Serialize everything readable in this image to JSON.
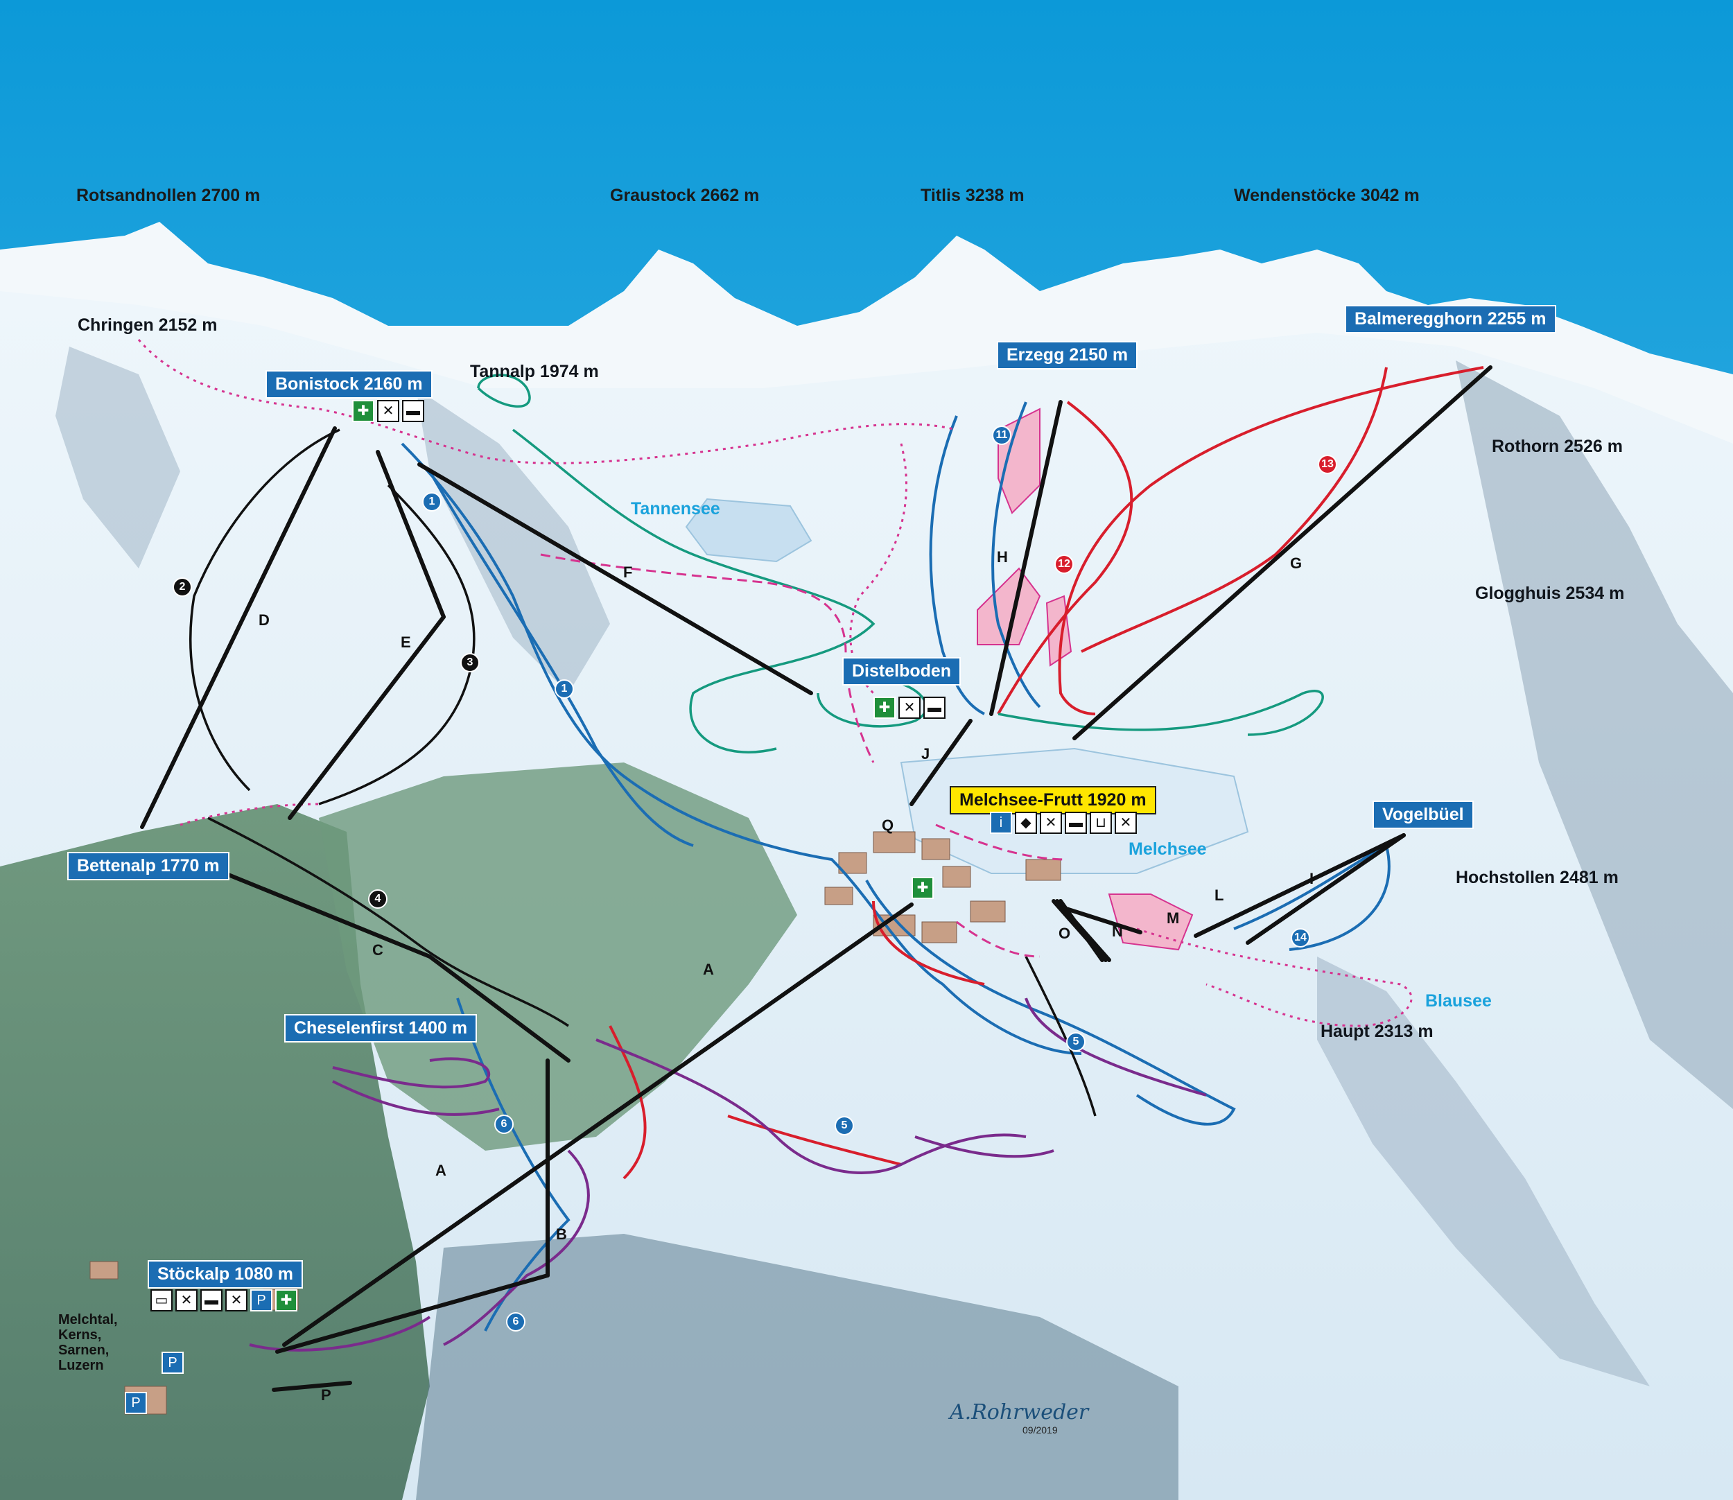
{
  "peaks": {
    "rotsandnollen": "Rotsandnollen 2700 m",
    "graustock": "Graustock 2662 m",
    "titlis": "Titlis 3238 m",
    "wendenstoecke": "Wendenstöcke 3042 m",
    "chringen": "Chringen 2152 m",
    "tannalp": "Tannalp 1974 m",
    "rothorn": "Rothorn 2526 m",
    "glogghuis": "Glogghuis 2534 m",
    "hochstollen": "Hochstollen 2481 m",
    "haupt": "Haupt 2313 m"
  },
  "stations": {
    "bonistock": "Bonistock 2160 m",
    "erzegg": "Erzegg 2150 m",
    "balmeregghorn": "Balmeregghorn 2255 m",
    "distelboden": "Distelboden",
    "melchsee_frutt": "Melchsee-Frutt 1920 m",
    "vogelbuel": "Vogelbüel",
    "bettenalp": "Bettenalp 1770 m",
    "cheselenfirst": "Cheselenfirst 1400 m",
    "stoeckalp": "Stöckalp 1080 m"
  },
  "lakes": {
    "tannensee": "Tannensee",
    "melchsee": "Melchsee",
    "blausee": "Blausee"
  },
  "access_text": {
    "towns": "Melchtal,\nKerns,\nSarnen,\nLuzern"
  },
  "lifts": [
    "A",
    "A",
    "B",
    "C",
    "D",
    "E",
    "F",
    "G",
    "H",
    "I",
    "J",
    "L",
    "M",
    "N",
    "O",
    "P",
    "Q"
  ],
  "runs": {
    "blue": [
      "1",
      "1",
      "5",
      "5",
      "6",
      "6",
      "11",
      "14"
    ],
    "red": [
      "12",
      "13"
    ],
    "black": [
      "2",
      "3",
      "4"
    ]
  },
  "artist": {
    "signature": "A.Rohrweder",
    "date": "09/2019"
  },
  "icons": {
    "first_aid": "first-aid-icon",
    "restaurant": "restaurant-icon",
    "bed": "bed-icon",
    "parking": "parking-icon",
    "info": "info-icon",
    "shop": "shop-icon",
    "bus": "bus-icon",
    "ski_rental": "ski-rental-icon"
  },
  "colors": {
    "sky": "#1ea3df",
    "station_label": "#1b6db3",
    "highlight_station": "#ffe600",
    "run_blue": "#1b6db3",
    "run_red": "#d81e2c",
    "run_black": "#111111",
    "sled_purple": "#7a2b8c",
    "winter_trail": "#d6338f",
    "cross_country": "#159a7f",
    "lake": "#1aa2dc"
  }
}
